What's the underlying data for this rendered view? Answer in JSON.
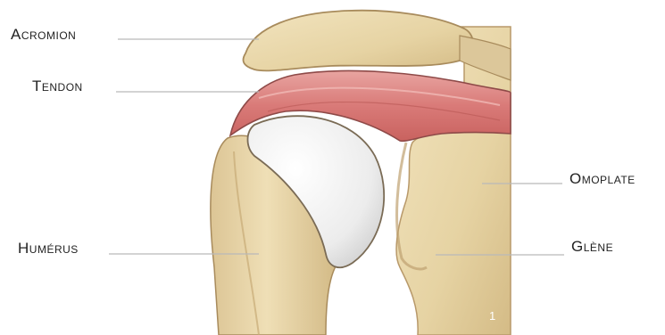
{
  "labels": {
    "acromion": "Acromion",
    "tendon": "Tendon",
    "humerus": "Humérus",
    "omoplate": "Omoplate",
    "glene": "Glène"
  },
  "figure_number": "1",
  "colors": {
    "bone": "#e9d8ad",
    "bone_shadow": "#c9ad78",
    "tendon": "#d98080",
    "cartilage": "#eeeeee",
    "leader_line": "#b9b9b9"
  }
}
